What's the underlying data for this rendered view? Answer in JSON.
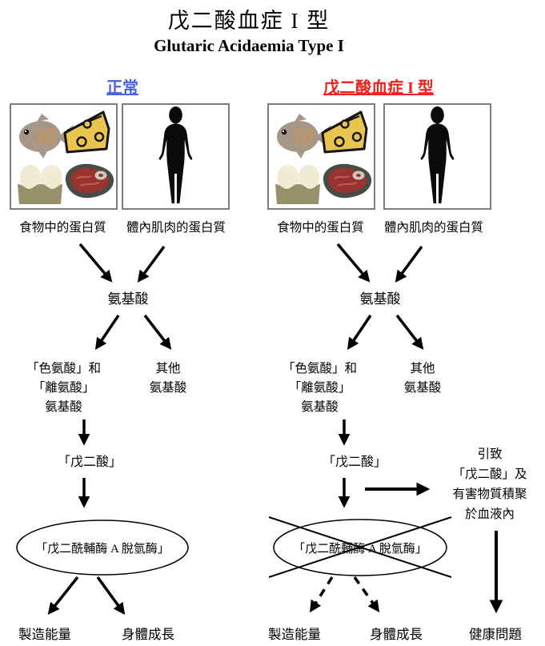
{
  "title": {
    "zh": "戊二酸血症 I 型",
    "en": "Glutaric Acidaemia Type I"
  },
  "colors": {
    "normal_heading": "#4a63dd",
    "disease_heading": "#ee2018",
    "arrow": "#000000",
    "box_border": "#7d7d7d",
    "cheese_yellow": "#e9c54f",
    "fish_gray": "#a69787",
    "egg_cream": "#f2ebd4",
    "carton_khaki": "#96906b",
    "meat_red": "#9a3330",
    "meat_rim": "#454d45",
    "silhouette": "#0a0a0a"
  },
  "icons": {
    "fish": "fish-icon",
    "cheese": "cheese-icon",
    "eggs": "eggs-icon",
    "meat": "meat-icon",
    "person": "person-silhouette-icon"
  },
  "columns": {
    "normal": {
      "heading": "正常",
      "food_label": "食物中的蛋白質",
      "muscle_label": "體內肌肉的蛋白質",
      "amino_acid": "氨基酸",
      "special_amino": {
        "line1": "「色氨酸」和",
        "line2": "「離氨酸」",
        "line3": "氨基酸"
      },
      "other_amino": {
        "line1": "其他",
        "line2": "氨基酸"
      },
      "glutaric_acid": "「戊二酸」",
      "enzyme": "「戊二酰輔酶 A 脫氫酶」",
      "energy": "製造能量",
      "growth": "身體成長"
    },
    "disease": {
      "heading": "戊二酸血症 I 型",
      "food_label": "食物中的蛋白質",
      "muscle_label": "體內肌肉的蛋白質",
      "amino_acid": "氨基酸",
      "special_amino": {
        "line1": "「色氨酸」和",
        "line2": "「離氨酸」",
        "line3": "氨基酸"
      },
      "other_amino": {
        "line1": "其他",
        "line2": "氨基酸"
      },
      "glutaric_acid": "「戊二酸」",
      "enzyme": "「戊二酰輔酶 A 脫氫酶」",
      "accumulation": {
        "line1": "引致",
        "line2": "「戊二酸」及",
        "line3": "有害物質積聚",
        "line4": "於血液內"
      },
      "energy": "製造能量",
      "growth": "身體成長",
      "health": "健康問題"
    }
  }
}
